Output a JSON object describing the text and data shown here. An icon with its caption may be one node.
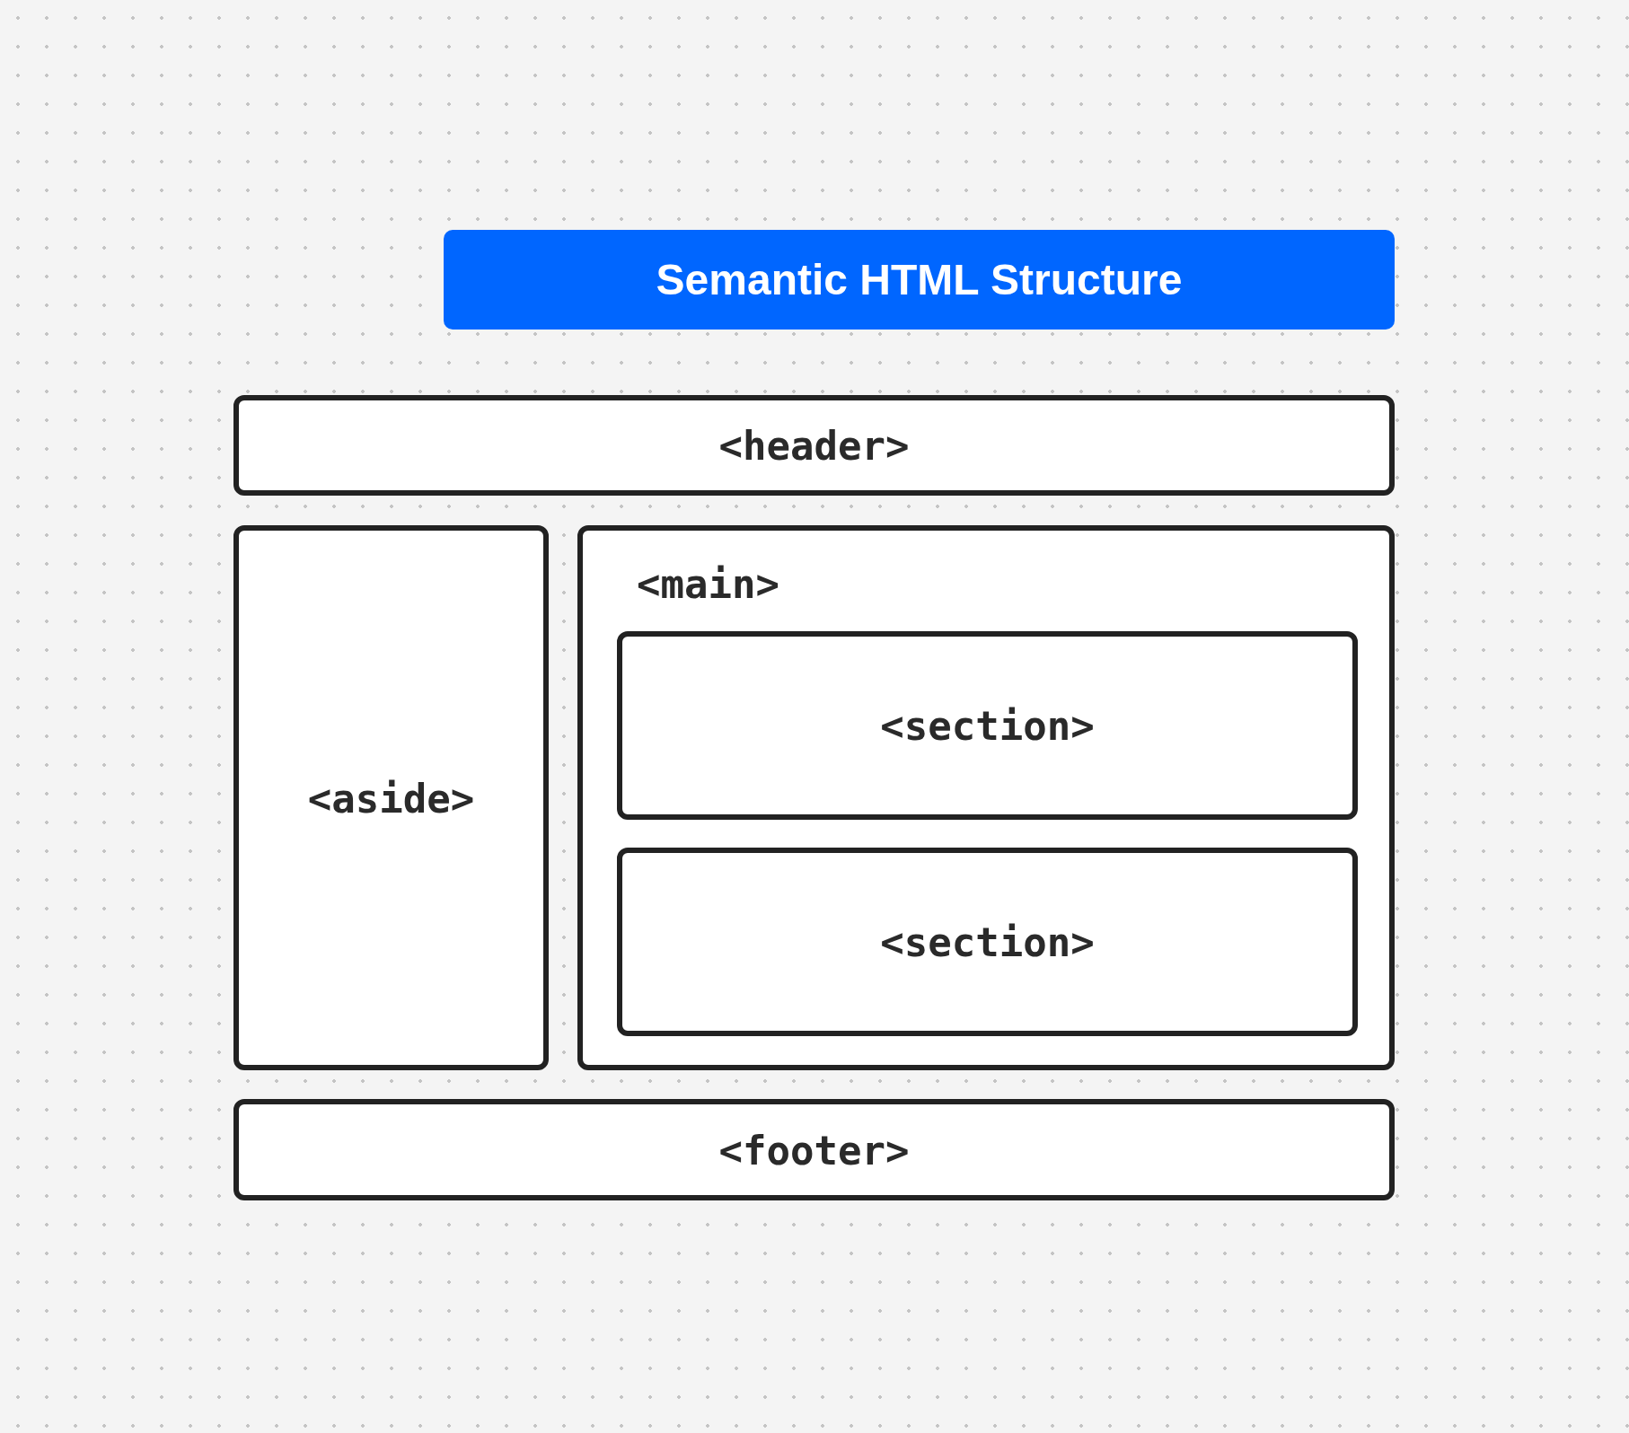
{
  "diagram": {
    "title": "Semantic HTML Structure",
    "nodes": [
      {
        "text": [
          "<header>"
        ]
      },
      {
        "text": [
          "<aside>"
        ]
      },
      {
        "text": [
          "<main>"
        ]
      },
      {
        "text": [
          "<section>"
        ],
        "in": 2
      },
      {
        "text": [
          "<section>"
        ],
        "in": 2
      },
      {
        "text": [
          "<footer>"
        ]
      }
    ]
  }
}
